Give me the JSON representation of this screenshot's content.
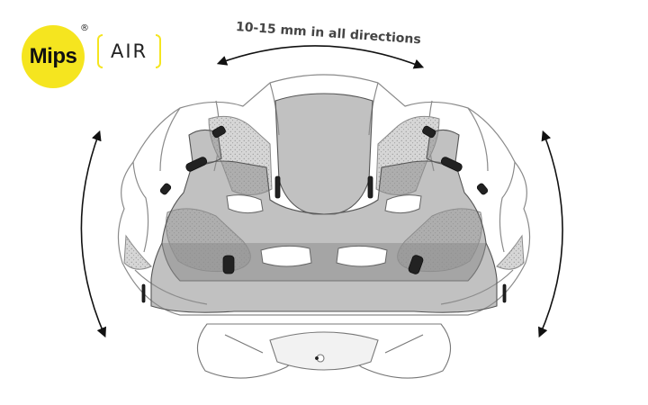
{
  "brand": {
    "logo_text": "Mips",
    "registered_mark": "®",
    "product_label": "AIR",
    "accent_color": "#f5e51f"
  },
  "caption": "10-15 mm in all directions",
  "illustration": {
    "subject": "helmet-interior-rear-view",
    "arrows": [
      "top-rotation-arrow",
      "left-rotation-arrow",
      "right-rotation-arrow"
    ]
  }
}
